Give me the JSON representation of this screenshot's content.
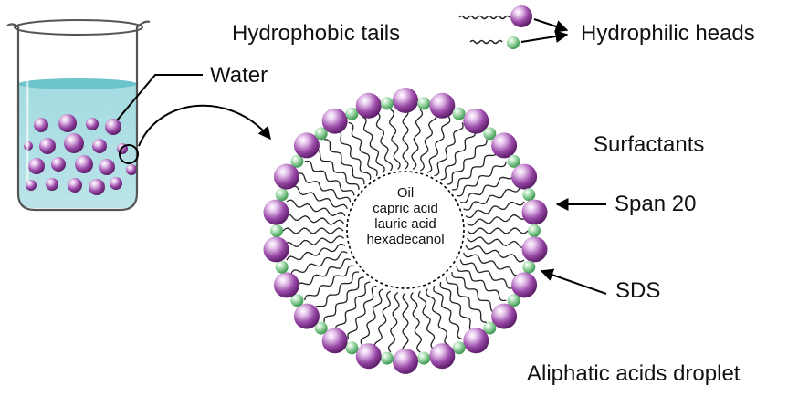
{
  "labels": {
    "hydrophobic_tails": "Hydrophobic tails",
    "hydrophilic_heads": "Hydrophilic heads",
    "water": "Water",
    "surfactants": "Surfactants",
    "span20": "Span 20",
    "sds": "SDS",
    "droplet": "Aliphatic acids droplet"
  },
  "core": {
    "line1": "Oil",
    "line2": "capric acid",
    "line3": "lauric acid",
    "line4": "hexadecanol"
  },
  "colors": {
    "purple_head": "#8e3d9c",
    "green_head": "#6cc07a",
    "water": "#86d0d8",
    "arrow": "#000000"
  }
}
